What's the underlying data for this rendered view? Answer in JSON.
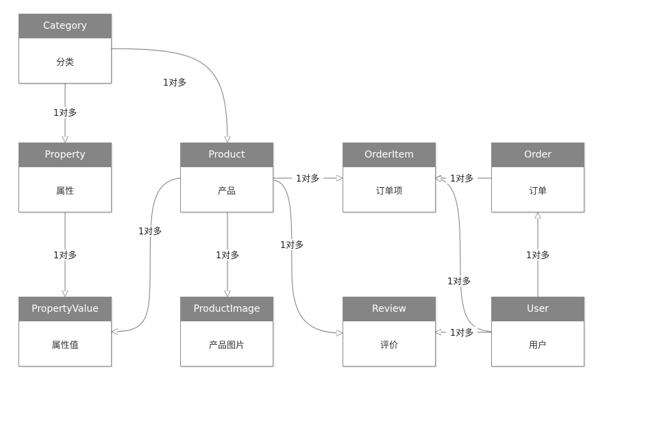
{
  "entities": [
    {
      "id": "category",
      "title": "Category",
      "label": "分类"
    },
    {
      "id": "property",
      "title": "Property",
      "label": "属性"
    },
    {
      "id": "propertyvalue",
      "title": "PropertyValue",
      "label": "属性值"
    },
    {
      "id": "product",
      "title": "Product",
      "label": "产品"
    },
    {
      "id": "productimage",
      "title": "ProductImage",
      "label": "产品图片"
    },
    {
      "id": "orderitem",
      "title": "OrderItem",
      "label": "订单项"
    },
    {
      "id": "order",
      "title": "Order",
      "label": "订单"
    },
    {
      "id": "review",
      "title": "Review",
      "label": "评价"
    },
    {
      "id": "user",
      "title": "User",
      "label": "用户"
    }
  ],
  "relations": [
    {
      "from": "category",
      "to": "product",
      "label": "1对多"
    },
    {
      "from": "category",
      "to": "property",
      "label": "1对多"
    },
    {
      "from": "property",
      "to": "propertyvalue",
      "label": "1对多"
    },
    {
      "from": "product",
      "to": "propertyvalue",
      "label": "1对多"
    },
    {
      "from": "product",
      "to": "productimage",
      "label": "1对多"
    },
    {
      "from": "product",
      "to": "orderitem",
      "label": "1对多"
    },
    {
      "from": "product",
      "to": "review",
      "label": "1对多"
    },
    {
      "from": "order",
      "to": "orderitem",
      "label": "1对多"
    },
    {
      "from": "user",
      "to": "order",
      "label": "1对多"
    },
    {
      "from": "user",
      "to": "orderitem",
      "label": "1对多"
    },
    {
      "from": "user",
      "to": "review",
      "label": "1对多"
    }
  ],
  "colors": {
    "header_bg": "#858585",
    "header_text": "#ffffff",
    "border": "#8a8a8a",
    "edge": "#8f8f8f"
  }
}
